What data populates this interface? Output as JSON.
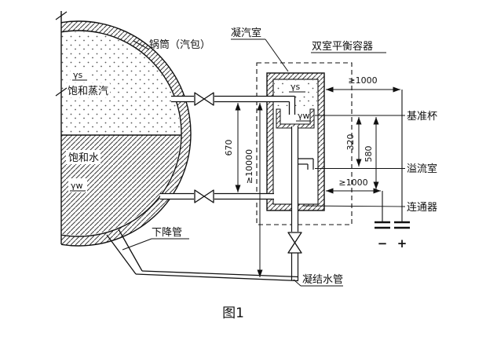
{
  "figure": {
    "caption": "图1"
  },
  "drum": {
    "label": "锅筒（汽包）",
    "steam_label": "饱和蒸汽",
    "steam_symbol": "γs",
    "water_label": "饱和水",
    "water_symbol": "γw",
    "downcomer_label": "下降管"
  },
  "container": {
    "label": "双室平衡容器",
    "condensing_chamber_label": "凝汽室",
    "steam_symbol": "γs",
    "water_symbol": "γw",
    "reference_cup_label": "基准杯",
    "overflow_chamber_label": "溢流室",
    "connector_label": "连通器",
    "condensate_pipe_label": "凝结水管"
  },
  "dimensions": {
    "pipe_spacing": "670",
    "min_height": "≥10000",
    "top_offset": "≥1000",
    "cup_depth": "320",
    "chamber_depth": "580",
    "bottom_offset": "≥1000"
  },
  "terminals": {
    "negative": "−",
    "positive": "+"
  }
}
